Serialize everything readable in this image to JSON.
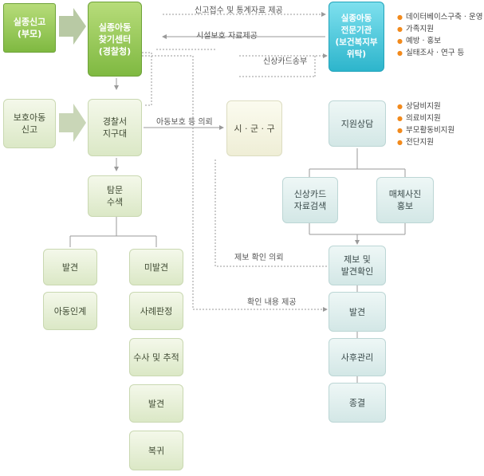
{
  "nodes": {
    "report_parent": "실종신고\n(부모)",
    "center": "실종아동\n찾기센터\n(경찰청)",
    "agency": "실종아동\n전문기관\n(보건복지부\n위탁)",
    "protected_child": "보호아동\n신고",
    "police_station": "경찰서\n지구대",
    "city": "시 · 군 · 구",
    "support_consult": "지원상담",
    "visit_search": "탐문\n수색",
    "card_search": "신상카드\n자료검색",
    "media_promo": "매체사진\n홍보",
    "found_left": "발견",
    "child_handover": "아동인계",
    "not_found": "미발견",
    "case_judgment": "사례판정",
    "investigation": "수사 및 추적",
    "found_mid": "발견",
    "return_home": "복귀",
    "report_confirm": "제보 및\n발견확인",
    "found_right": "발견",
    "aftercare": "사후관리",
    "closure": "종결"
  },
  "labels": {
    "report_stats": "신고접수 및 통계자료 제공",
    "facility_data": "시설보호 자료제공",
    "card_send": "신상카드송부",
    "child_protect": "아동보호 등 의뢰",
    "report_request": "제보 확인 의뢰",
    "confirm_provide": "확인 내용 제공"
  },
  "agency_services": [
    "데이터베이스구축 · 운영",
    "가족지원",
    "예방 · 홍보",
    "실태조사 · 연구 등"
  ],
  "consult_services": [
    "상담비지원",
    "의료비지원",
    "부모활동비지원",
    "전단지원"
  ],
  "colors": {
    "green_dark": "#8cc24c",
    "green_pale": "#e6eed8",
    "cyan": "#3fc3d8",
    "teal_pale": "#dcecec",
    "bullet": "#f28a1c",
    "line": "#9a9a9a"
  }
}
